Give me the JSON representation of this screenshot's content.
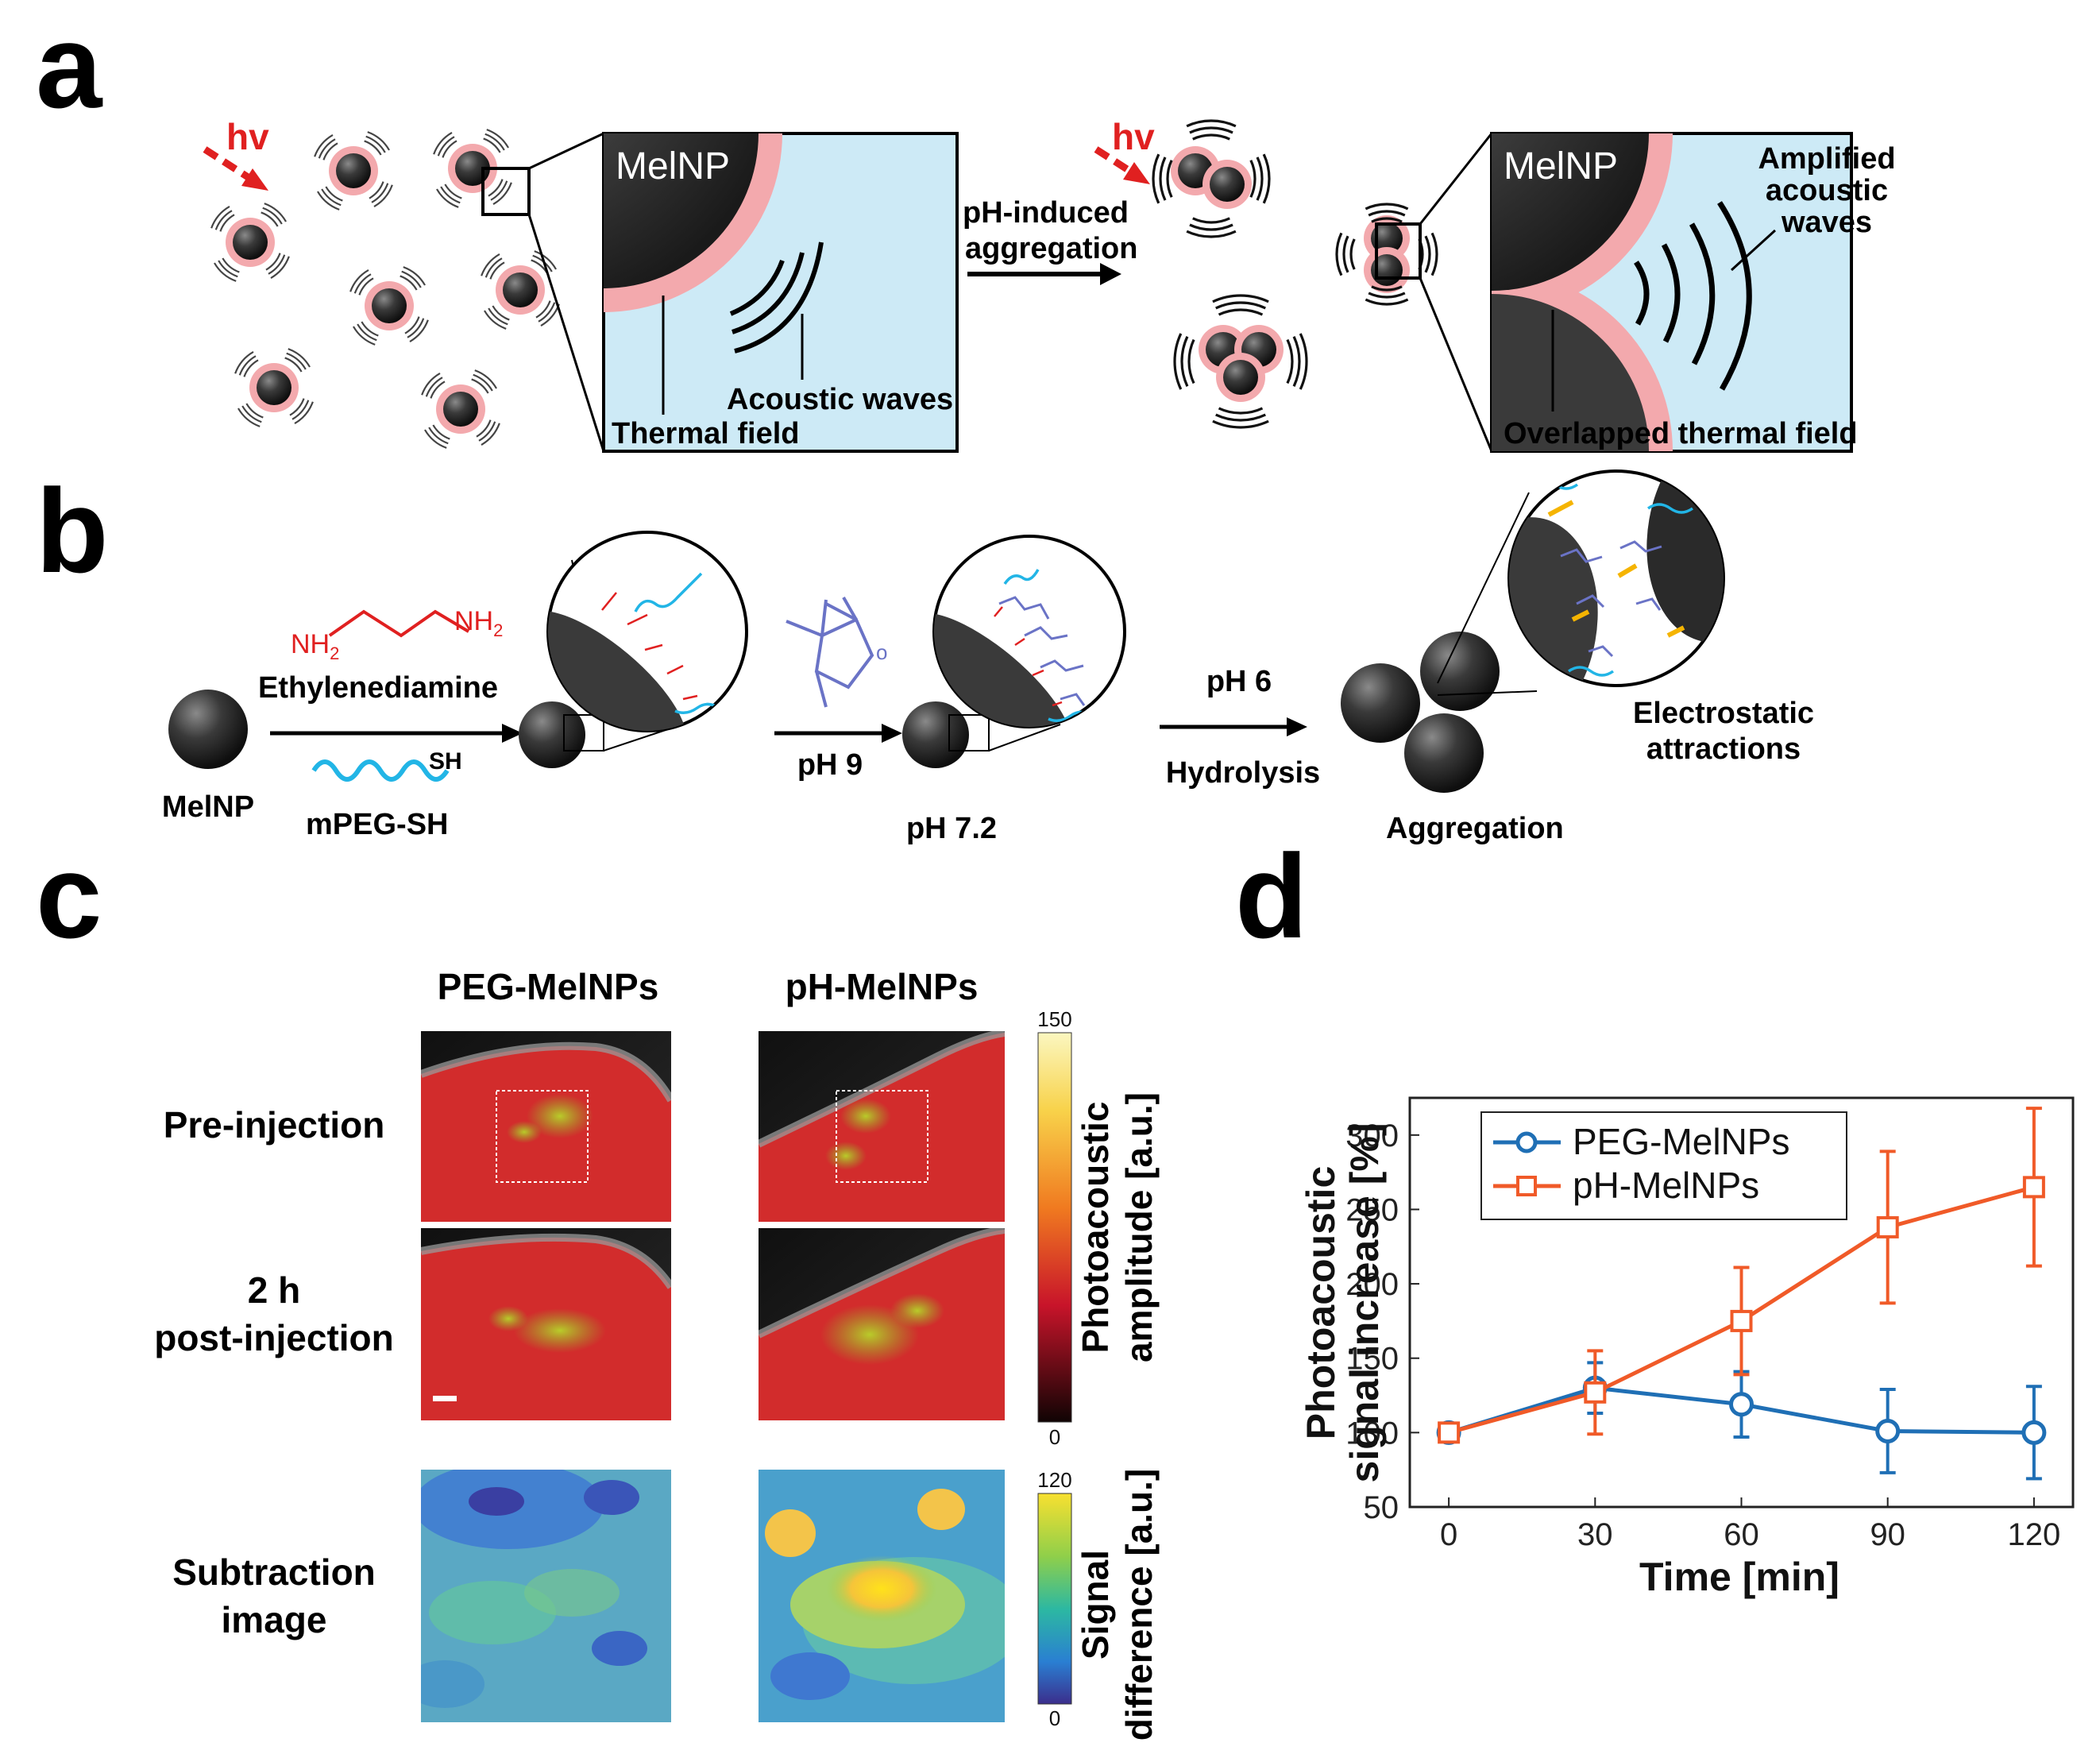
{
  "panel_labels": [
    "a",
    "b",
    "c",
    "d"
  ],
  "panel_a": {
    "hv_label": "hv",
    "inset1_title": "MelNP",
    "inset1_thermal": "Thermal field",
    "inset1_acoustic": "Acoustic waves",
    "arrow_line1": "pH-induced",
    "arrow_line2": "aggregation",
    "inset2_title": "MelNP",
    "inset2_amplified": [
      "Amplified",
      "acoustic",
      "waves"
    ],
    "inset2_overlap": "Overlapped thermal field"
  },
  "panel_b": {
    "nh2": "NH",
    "nh2_sub": "2",
    "ethylenediamine": "Ethylenediamine",
    "sh": "SH",
    "melnp": "MelNP",
    "mpeg": "mPEG-SH",
    "ph9": "pH 9",
    "ph72": "pH 7.2",
    "ph6": "pH 6",
    "hydrolysis": "Hydrolysis",
    "aggregation": "Aggregation",
    "electrostatic": [
      "Electrostatic",
      "attractions"
    ]
  },
  "panel_c": {
    "col_headers": [
      "PEG-MelNPs",
      "pH-MelNPs"
    ],
    "row_labels": {
      "pre": "Pre-injection",
      "post_line1": "2 h",
      "post_line2": "post-injection",
      "sub_line1": "Subtraction",
      "sub_line2": "image"
    },
    "colorbar1": {
      "max": "150",
      "min": "0",
      "label_line1": "Photoacoustic",
      "label_line2": "amplitude [a.u.]"
    },
    "colorbar2": {
      "max": "120",
      "min": "0",
      "label_line1": "Signal",
      "label_line2": "difference [a.u.]"
    }
  },
  "colors": {
    "peg_series": "#1f6fb5",
    "ph_series": "#f05a28",
    "inset_bg": "#cdeaf6",
    "thermal_pink": "#f3a9ad",
    "ligand_cyan": "#22b5e6",
    "ligand_red": "#e02020",
    "maleic_blue": "#6a73c6"
  },
  "chart_data": {
    "type": "line",
    "xlabel": "Time [min]",
    "ylabel_line1": "Photoacoustic",
    "ylabel_line2": "signal increase [%]",
    "x": [
      0,
      30,
      60,
      90,
      120
    ],
    "x_ticks": [
      "0",
      "30",
      "60",
      "90",
      "120"
    ],
    "y_ticks": [
      "50",
      "100",
      "150",
      "200",
      "250",
      "300"
    ],
    "xlim": [
      -8,
      128
    ],
    "ylim": [
      50,
      325
    ],
    "grid": false,
    "legend_position": "top-left",
    "series": [
      {
        "name": "PEG-MelNPs",
        "color": "#1f6fb5",
        "marker": "circle",
        "values": [
          100,
          130,
          119,
          101,
          100
        ],
        "error": [
          0,
          17,
          22,
          28,
          31
        ]
      },
      {
        "name": "pH-MelNPs",
        "color": "#f05a28",
        "marker": "square",
        "values": [
          100,
          127,
          175,
          238,
          265
        ],
        "error": [
          0,
          28,
          36,
          51,
          53
        ]
      }
    ]
  }
}
